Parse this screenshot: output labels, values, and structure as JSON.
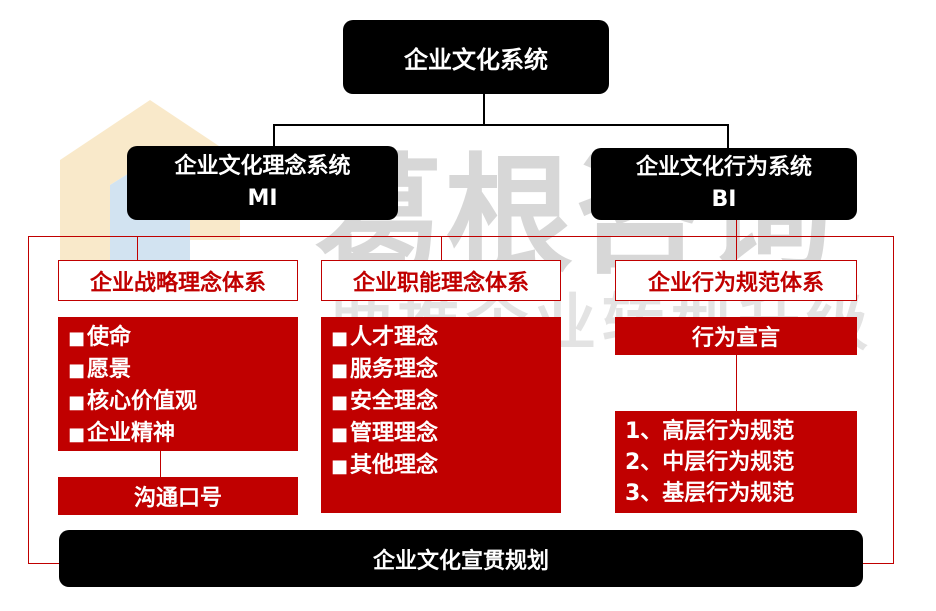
{
  "watermark": {
    "company": "葛根咨询",
    "slogan": "助推企业转型升级"
  },
  "root": {
    "label": "企业文化系统"
  },
  "mi": {
    "title": "企业文化理念系统",
    "code": "MI"
  },
  "bi": {
    "title": "企业文化行为系统",
    "code": "BI"
  },
  "strategy": {
    "header": "企业战略理念体系",
    "items": [
      "使命",
      "愿景",
      "核心价值观",
      "企业精神"
    ],
    "slogan": "沟通口号"
  },
  "function": {
    "header": "企业职能理念体系",
    "items": [
      "人才理念",
      "服务理念",
      "安全理念",
      "管理理念",
      "其他理念"
    ]
  },
  "behavior": {
    "header": "企业行为规范体系",
    "declaration": "行为宣言",
    "norms": [
      "1、高层行为规范",
      "2、中层行为规范",
      "3、基层行为规范"
    ]
  },
  "bottom": {
    "label": "企业文化宣贯规划"
  },
  "colors": {
    "accent_red": "#c00000",
    "dark": "#000000"
  },
  "list_bullet": "■"
}
